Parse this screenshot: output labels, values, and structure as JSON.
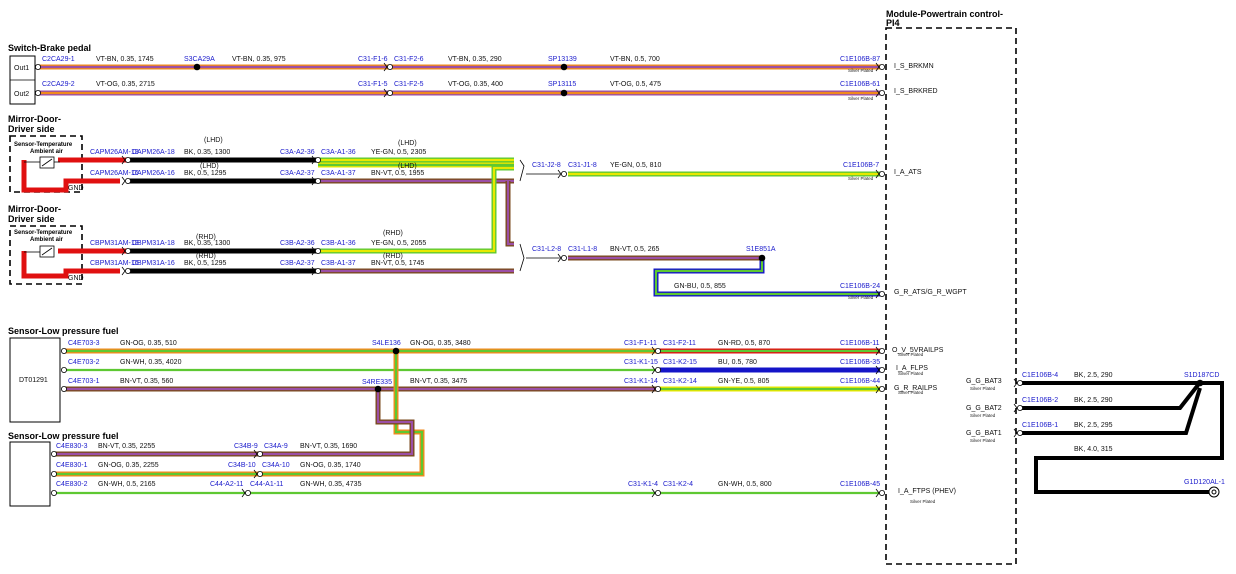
{
  "module": {
    "title": "Module-Powertrain control-",
    "subtitle": "PI4"
  },
  "sections": {
    "brake": "Switch-Brake pedal",
    "mirror_a1": "Mirror-Door-",
    "mirror_a2": "Driver side",
    "mirror_b1": "Mirror-Door-",
    "mirror_b2": "Driver side",
    "sensor_temp_a1": "Sensor-Temperature",
    "sensor_temp_a2": "Ambient air",
    "sensor_temp_b1": "Sensor-Temperature",
    "sensor_temp_b2": "Ambient air",
    "lpf_a": "Sensor-Low pressure fuel",
    "lpf_b": "Sensor-Low pressure fuel",
    "dt_box": "DT01291"
  },
  "pins": {
    "out1": "Out1",
    "out2": "Out2",
    "gnd_a": "GND",
    "gnd_b": "GND",
    "c2ca29_1": "C2CA29-1",
    "c2ca29_2": "C2CA29-2",
    "capm26am_18": "CAPM26AM-18",
    "capm26a_18": "CAPM26A-18",
    "capm26am_16": "CAPM26AM-16",
    "capm26a_16": "CAPM26A-16",
    "cbpm31am_18": "CBPM31AM-18",
    "cbpm31a_18": "CBPM31A-18",
    "cbpm31am_16": "CBPM31AM-16",
    "cbpm31a_16": "CBPM31A-16",
    "c3a_a2_36": "C3A-A2-36",
    "c3a_a1_36": "C3A-A1-36",
    "c3a_a2_37": "C3A-A2-37",
    "c3a_a1_37": "C3A-A1-37",
    "c3b_a2_36": "C3B-A2-36",
    "c3b_a1_36": "C3B-A1-36",
    "c3b_a2_37": "C3B-A2-37",
    "c3b_a1_37": "C3B-A1-37",
    "c31_f1_6": "C31-F1-6",
    "c31_f2_6": "C31-F2-6",
    "c31_f1_5": "C31-F1-5",
    "c31_f2_5": "C31-F2-5",
    "c31_j2_8": "C31-J2-8",
    "c31_j1_8": "C31-J1-8",
    "c31_l2_8": "C31-L2-8",
    "c31_l1_8": "C31-L1-8",
    "c31_f1_11": "C31-F1-11",
    "c31_f2_11": "C31-F2-11",
    "c31_k1_15": "C31-K1-15",
    "c31_k2_15": "C31-K2-15",
    "c31_k1_14": "C31-K1-14",
    "c31_k2_14": "C31-K2-14",
    "c31_k1_4": "C31-K1-4",
    "c31_k2_4": "C31-K2-4",
    "c4e703_3": "C4E703-3",
    "c4e703_2": "C4E703-2",
    "c4e703_1": "C4E703-1",
    "c4e830_3": "C4E830-3",
    "c4e830_1": "C4E830-1",
    "c4e830_2": "C4E830-2",
    "c34b_9": "C34B-9",
    "c34a_9": "C34A-9",
    "c34b_10": "C34B-10",
    "c34a_10": "C34A-10",
    "c44_a2_11": "C44-A2-11",
    "c44_a1_11": "C44-A1-11",
    "c1e106b_87": "C1E106B-87",
    "c1e106b_61": "C1E106B-61",
    "c1e106b_7": "C1E106B-7",
    "c1e106b_24": "C1E106B-24",
    "c1e106b_11": "C1E106B-11",
    "c1e106b_35": "C1E106B-35",
    "c1e106b_44": "C1E106B-44",
    "c1e106b_45": "C1E106B-45",
    "c1e106b_4": "C1E106B-4",
    "c1e106b_2": "C1E106B-2",
    "c1e106b_1": "C1E106B-1"
  },
  "splices": {
    "s3ca29a": "S3CA29A",
    "sp13139": "SP13139",
    "sp13115": "SP13115",
    "s1e851a": "S1E851A",
    "s4le136": "S4LE136",
    "s4re335": "S4RE335",
    "s1d187cd": "S1D187CD",
    "g1d120al_1": "G1D120AL-1"
  },
  "wires": {
    "w1a": "VT-BN,  0.35,  1745",
    "w1b": "VT-BN,  0.35,  975",
    "w1c": "VT-BN,  0.35,  290",
    "w1d": "VT-BN,  0.5,  700",
    "w2a": "VT-OG,  0.35,  2715",
    "w2b": "VT-OG,  0.35,  400",
    "w2c": "VT-OG,  0.5,  475",
    "w3a": "BK,  0.35,  1300",
    "w3b": "YE-GN,  0.5,  2305",
    "w3c": "YE-GN,  0.5,  810",
    "w4a": "BK,  0.5,  1295",
    "w4b": "BN-VT,  0.5,  1955",
    "w5a": "BK,  0.35,  1300",
    "w5b": "YE-GN,  0.5,  2055",
    "w6a": "BK,  0.5,  1295",
    "w6b": "BN-VT,  0.5,  1745",
    "w6c": "BN-VT,  0.5,  265",
    "w7": "GN-BU,  0.5,  855",
    "w8a": "GN-OG,  0.35,  510",
    "w8b": "GN-OG,  0.35,  3480",
    "w8c": "GN-RD,  0.5,  870",
    "w9a": "GN-WH,  0.35,  4020",
    "w9b": "BU,  0.5,  780",
    "w10a": "BN-VT,  0.35,  560",
    "w10b": "BN-VT,  0.35,  3475",
    "w10c": "GN-YE,  0.5,  805",
    "w11a": "BN-VT,  0.35,  2255",
    "w11b": "BN-VT,  0.35,  1690",
    "w12a": "GN-OG,  0.35,  2255",
    "w12b": "GN-OG,  0.35,  1740",
    "w13a": "GN-WH,  0.5,  2165",
    "w13b": "GN-WH,  0.35,  4735",
    "w13c": "GN-WH,  0.5,  800",
    "w14": "BK,  2.5,  290",
    "w15": "BK,  2.5,  290",
    "w16": "BK,  2.5,  295",
    "w17": "BK,  4.0,  315"
  },
  "notes": {
    "lhd_1": "(LHD)",
    "lhd_2": "(LHD)",
    "lhd_3": "(LHD)",
    "lhd_4": "(LHD)",
    "rhd_1": "(RHD)",
    "rhd_2": "(RHD)",
    "rhd_3": "(RHD)",
    "rhd_4": "(RHD)",
    "silver_plated": "Silver Plated",
    "silver_plated_b": "Silver Plated"
  },
  "signals": {
    "s1": "I_S_BRKMN",
    "s2": "I_S_BRKRED",
    "s3": "I_A_ATS",
    "s4": "G_R_ATS/G_R_WGPT",
    "s5": "O_V_5VRAILPS",
    "s6": "I_A_FLPS",
    "s7": "G_R_RAILPS",
    "s8": "I_A_FTPS (PHEV)",
    "g3": "G_G_BAT3",
    "g2": "G_G_BAT2",
    "g1": "G_G_BAT1"
  },
  "colors": {
    "violet": "#9b4fa6",
    "brown": "#7a4a1e",
    "orange": "#f08a1d",
    "green": "#5ec832",
    "yellow": "#e8e800",
    "black": "#000000",
    "blue": "#1414c8",
    "red": "#e01010",
    "white": "#ffffff",
    "label_blue": "#1a1acc"
  }
}
